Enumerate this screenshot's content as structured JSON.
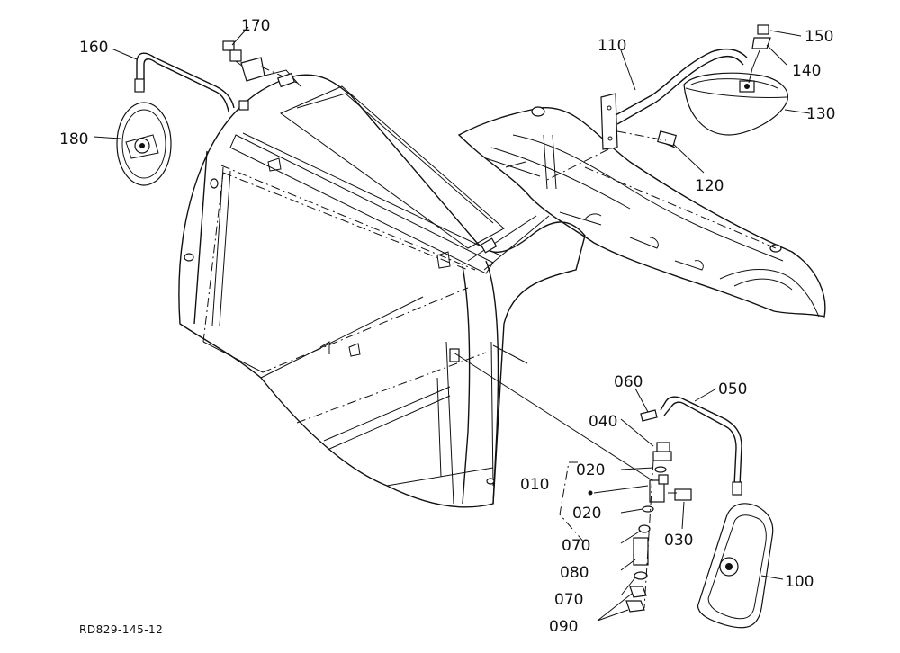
{
  "drawing_code": "RD829-145-12",
  "callouts": [
    {
      "id": "160",
      "label": "160"
    },
    {
      "id": "170",
      "label": "170"
    },
    {
      "id": "180",
      "label": "180"
    },
    {
      "id": "110",
      "label": "110"
    },
    {
      "id": "150",
      "label": "150"
    },
    {
      "id": "140",
      "label": "140"
    },
    {
      "id": "130",
      "label": "130"
    },
    {
      "id": "120",
      "label": "120"
    },
    {
      "id": "060",
      "label": "060"
    },
    {
      "id": "050",
      "label": "050"
    },
    {
      "id": "040",
      "label": "040"
    },
    {
      "id": "020a",
      "label": "020"
    },
    {
      "id": "010",
      "label": "010"
    },
    {
      "id": "020b",
      "label": "020"
    },
    {
      "id": "030",
      "label": "030"
    },
    {
      "id": "070a",
      "label": "070"
    },
    {
      "id": "080",
      "label": "080"
    },
    {
      "id": "070b",
      "label": "070"
    },
    {
      "id": "090",
      "label": "090"
    },
    {
      "id": "100",
      "label": "100"
    }
  ]
}
